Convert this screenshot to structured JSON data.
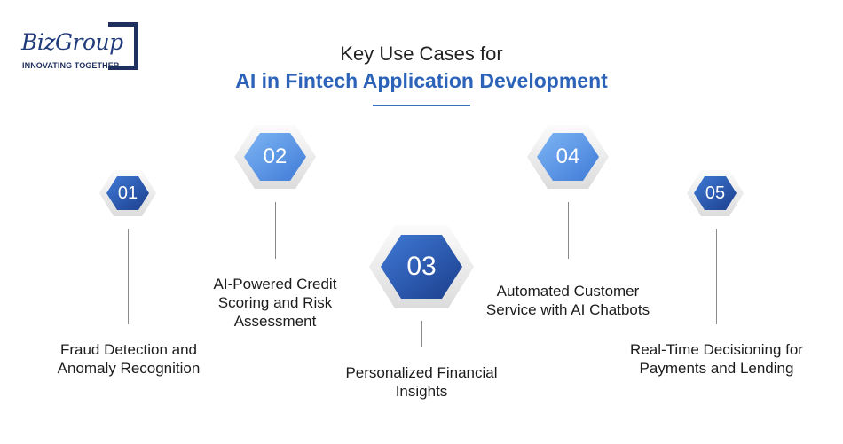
{
  "logo": {
    "name": "BizGroup",
    "tagline": "INNOVATING TOGETHER"
  },
  "header": {
    "title_line1": "Key Use Cases for",
    "title_line2": "AI in Fintech Application Development"
  },
  "use_cases": [
    {
      "number": "01",
      "label_line1": "Fraud Detection and",
      "label_line2": "Anomaly Recognition"
    },
    {
      "number": "02",
      "label_line1": "AI-Powered Credit",
      "label_line2": "Scoring and Risk",
      "label_line3": "Assessment"
    },
    {
      "number": "03",
      "label_line1": "Personalized Financial",
      "label_line2": "Insights"
    },
    {
      "number": "04",
      "label_line1": "Automated Customer",
      "label_line2": "Service with AI Chatbots"
    },
    {
      "number": "05",
      "label_line1": "Real-Time Decisioning for",
      "label_line2": "Payments and Lending"
    }
  ],
  "colors": {
    "accent": "#2c63b8",
    "dark_blue": "#1f3b8a",
    "light_blue": "#5c9bec"
  }
}
